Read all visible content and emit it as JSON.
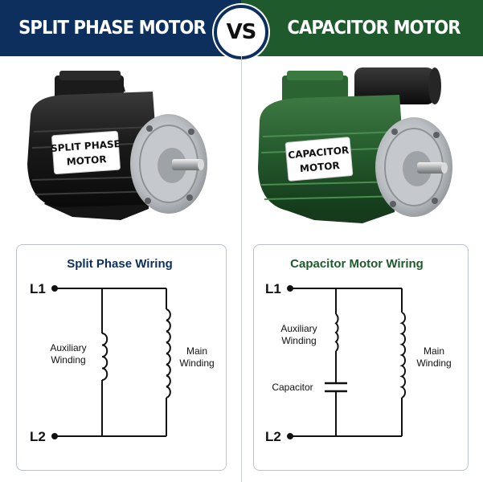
{
  "header": {
    "left_title": "SPLIT PHASE MOTOR",
    "vs": "VS",
    "right_title": "CAPACITOR MOTOR",
    "colors": {
      "left": "#0d2f5e",
      "right": "#1f5a2c"
    }
  },
  "motors": {
    "left_label_line1": "SPLIT PHASE",
    "left_label_line2": "MOTOR",
    "right_label_line1": "CAPACITOR",
    "right_label_line2": "MOTOR"
  },
  "split_phase_wiring": {
    "title": "Split Phase Wiring",
    "line1": "L1",
    "line2": "L2",
    "aux_line1": "Auxiliary",
    "aux_line2": "Winding",
    "main_line1": "Main",
    "main_line2": "Winding"
  },
  "capacitor_wiring": {
    "title": "Capacitor Motor Wiring",
    "line1": "L1",
    "line2": "L2",
    "aux_line1": "Auxiliary",
    "aux_line2": "Winding",
    "capacitor": "Capacitor",
    "main_line1": "Main",
    "main_line2": "Winding"
  }
}
